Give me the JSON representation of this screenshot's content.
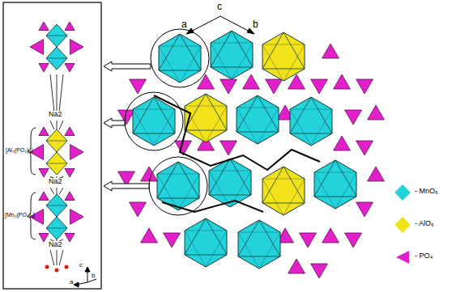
{
  "diagram": {
    "labels": [
      "c",
      "a",
      "b",
      "Na2",
      "[Al₂(PO₄)₃]",
      "Na2",
      "[Mn₂(PO₄)₃]",
      "Na2",
      "c",
      "b",
      "a"
    ],
    "legend": [
      {
        "text": "- MnO₆",
        "color": "#22d3dc"
      },
      {
        "text": "- AlO₆",
        "color": "#f2e21a"
      },
      {
        "text": "- PO₄",
        "color": "#e21fc8"
      }
    ]
  }
}
